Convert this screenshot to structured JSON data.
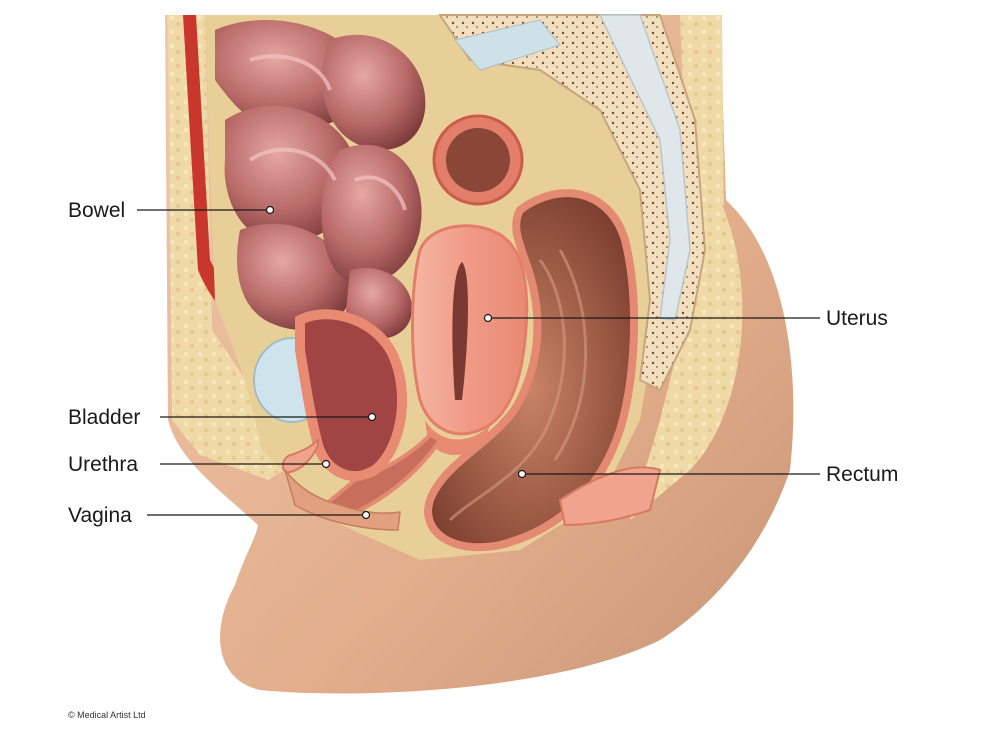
{
  "labels": {
    "bowel": "Bowel",
    "bladder": "Bladder",
    "urethra": "Urethra",
    "vagina": "Vagina",
    "uterus": "Uterus",
    "rectum": "Rectum"
  },
  "credit": "© Medical Artist Ltd",
  "colors": {
    "background": "#ffffff",
    "skin": "#e4b392",
    "fat": "#eed9a8",
    "bowel": "#b86a68",
    "uterus": "#f0a48e",
    "rectum": "#a86048",
    "bone": "#f2dfc0",
    "bladder_wall": "#e98a72",
    "leader_line": "#1a1a1a"
  }
}
